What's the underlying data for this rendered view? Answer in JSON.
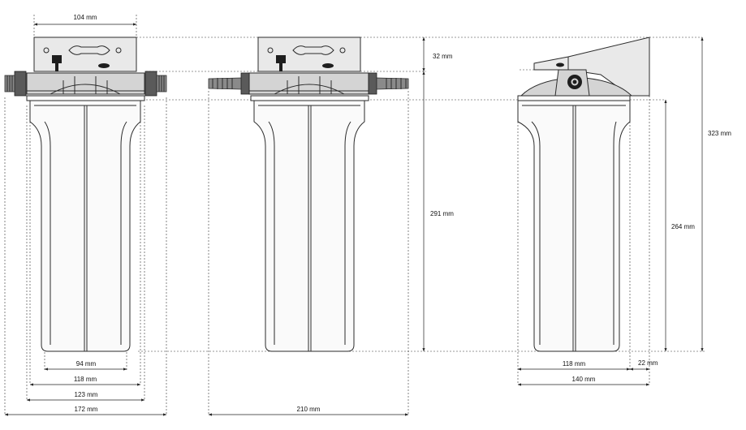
{
  "dimensions": {
    "bracket_width": "104 mm",
    "bracket_height": "32 mm",
    "height_without_bracket": "291 mm",
    "total_height": "323 mm",
    "bowl_height": "264 mm",
    "bowl_bottom_width": "94 mm",
    "bowl_width": "118 mm",
    "cap_width": "123 mm",
    "width_with_fittings": "172 mm",
    "width_with_hose_barbs": "210 mm",
    "side_bowl_width": "118 mm",
    "bracket_offset": "22 mm",
    "side_total_depth": "140 mm"
  }
}
